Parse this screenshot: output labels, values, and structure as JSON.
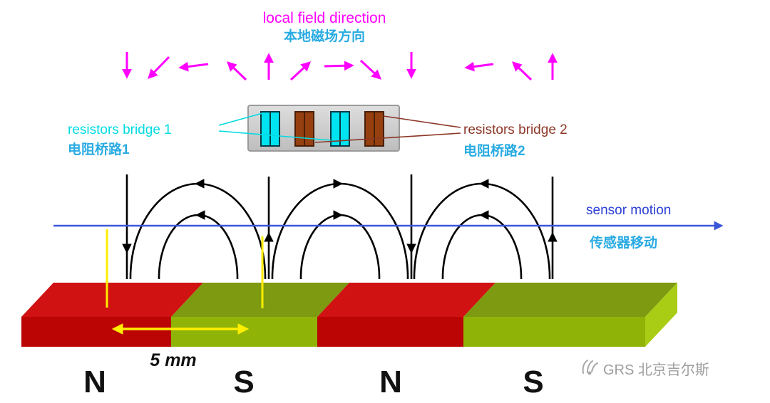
{
  "title": {
    "en": "local field direction",
    "zh": "本地磁场方向"
  },
  "sensor": {
    "bridge1": {
      "en": "resistors bridge 1",
      "zh": "电阻桥路1"
    },
    "bridge2": {
      "en": "resistors bridge 2",
      "zh": "电阻桥路2"
    }
  },
  "motion": {
    "en": "sensor motion",
    "zh": "传感器移动"
  },
  "scale": {
    "distance_label": "5 mm"
  },
  "magnet": {
    "pole_labels": [
      "N",
      "S",
      "N",
      "S"
    ],
    "pole_colors": [
      "#c20b0b",
      "#8fb307",
      "#c20b0b",
      "#8fb307"
    ]
  },
  "field_directions_top": [
    "down",
    "down-left",
    "left",
    "up-left",
    "up",
    "up-right",
    "right",
    "down-right",
    "down",
    "left",
    "up-left",
    "up"
  ],
  "watermark": {
    "text": "GRS 北京吉尔斯"
  },
  "colors": {
    "field_arrow": "#ff00ff",
    "field_line": "#000000",
    "bridge1_resistor": "#00e4f2",
    "bridge2_resistor": "#96400f",
    "chinese_label": "#29abe2",
    "motion_line": "#3a57d8",
    "scale_arrow": "#ffee00",
    "chip_body": "#cfcfcf"
  }
}
